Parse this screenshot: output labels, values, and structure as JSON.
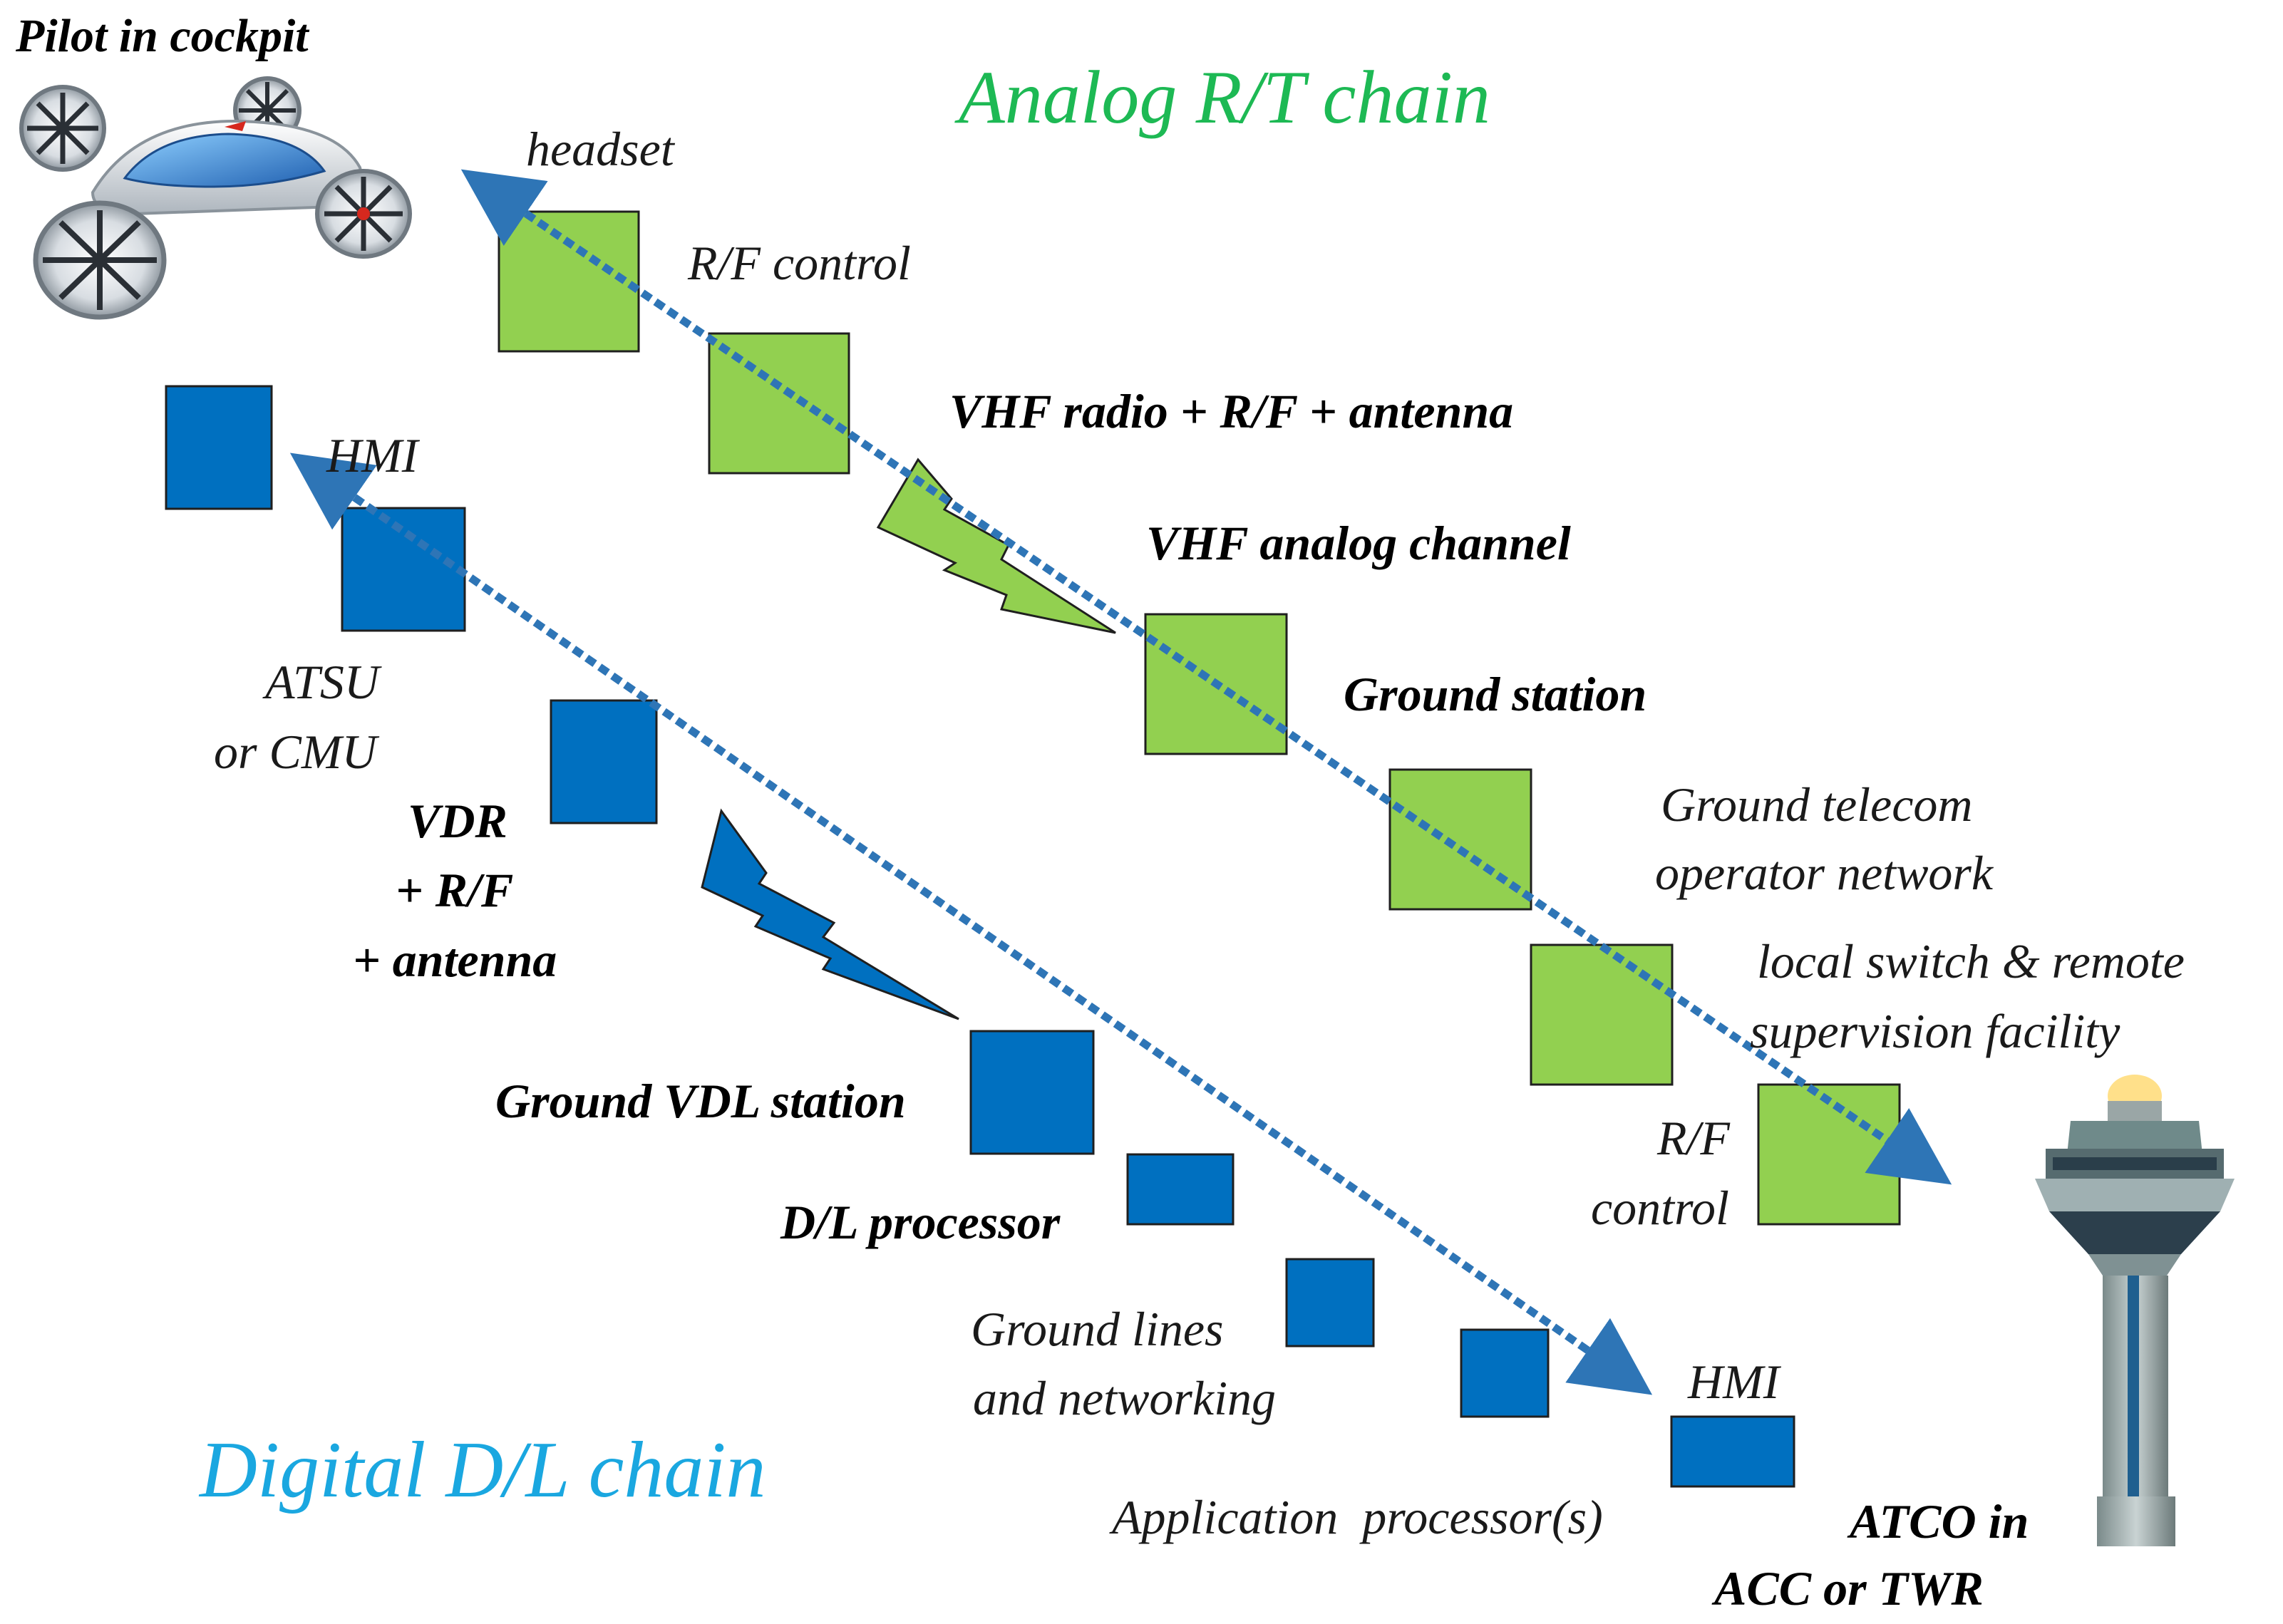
{
  "titles": {
    "analog": "Analog R/T chain",
    "digital": "Digital D/L chain"
  },
  "endpoints": {
    "pilot": "Pilot in cockpit",
    "atco_line1": "ATCO in",
    "atco_line2": "ACC or TWR"
  },
  "analog_chain": {
    "headset": "headset",
    "rf_control_top": "R/F control",
    "vhf_radio": "VHF radio + R/F + antenna",
    "vhf_channel": "VHF analog channel",
    "ground_station": "Ground station",
    "telecom_line1": "Ground telecom",
    "telecom_line2": "operator network",
    "switch_line1": "local switch & remote",
    "switch_line2": "supervision facility",
    "rf_control_bottom_line1": "R/F",
    "rf_control_bottom_line2": "control"
  },
  "digital_chain": {
    "hmi_top": "HMI",
    "atsu_line1": "ATSU",
    "atsu_line2": "or CMU",
    "vdr_line1": "VDR",
    "vdr_line2": "+ R/F",
    "vdr_line3": "+ antenna",
    "ground_vdl": "Ground VDL station",
    "dl_processor": "D/L processor",
    "ground_lines_line1": "Ground lines",
    "ground_lines_line2": "and networking",
    "app_processor": "Application  processor(s)",
    "hmi_bottom": "HMI"
  },
  "colors": {
    "analog_green": "#1db954",
    "digital_cyan": "#1aa7e0",
    "green_box": "#92d050",
    "blue_box": "#0070c0",
    "arrow_blue": "#2e75b6",
    "box_stroke": "#1f1f1f"
  }
}
